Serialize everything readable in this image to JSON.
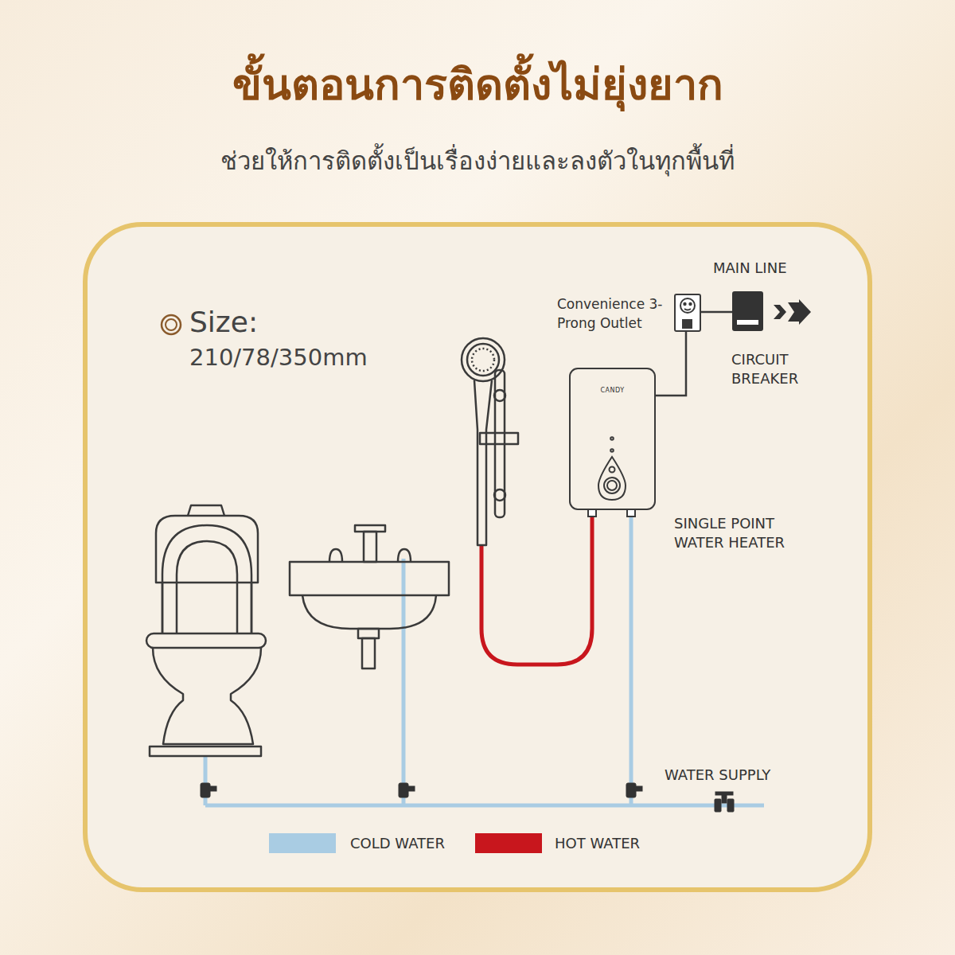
{
  "diagram": {
    "title": "ขั้นตอนการติดตั้งไม่ยุ่งยาก",
    "caption": "ช่วยให้การติดตั้งเป็นเรื่องง่ายและลงตัวในทุกพื้นที่",
    "nodes": [
      {
        "text": [
          "CANDY"
        ]
      }
    ],
    "labels": [
      "Size:",
      "210/78/350mm",
      "MAIN LINE",
      "Convenience 3-Prong Outlet",
      "CIRCUIT BREAKER",
      "SINGLE POINT WATER HEATER",
      "WATER SUPPLY"
    ],
    "legend": [
      {
        "text": "COLD WATER",
        "color": "#a9cce3"
      },
      {
        "text": "HOT WATER",
        "color": "#c8161d"
      }
    ]
  }
}
